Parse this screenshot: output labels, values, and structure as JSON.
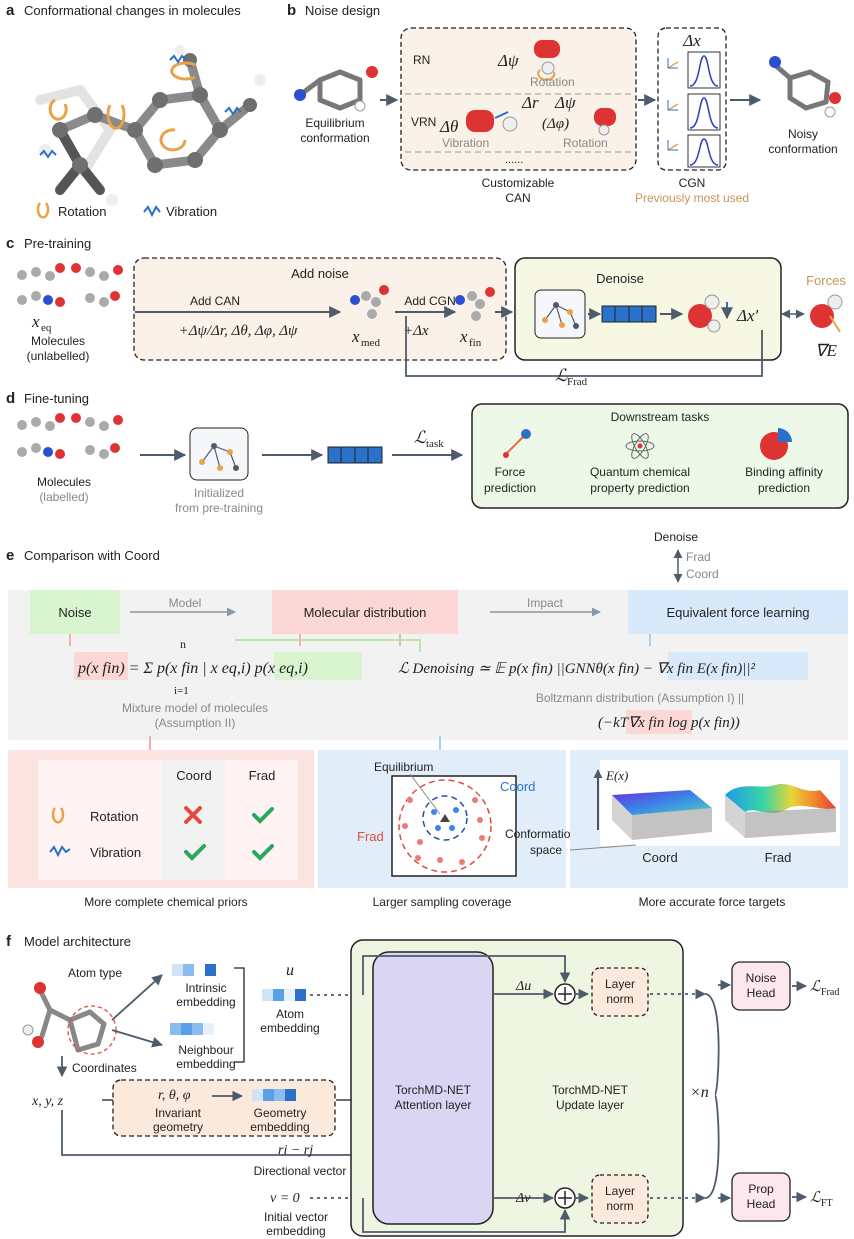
{
  "panels": {
    "a": {
      "letter": "a",
      "title": "Conformational changes in molecules",
      "legend_rotation": "Rotation",
      "legend_vibration": "Vibration"
    },
    "b": {
      "letter": "b",
      "title": "Noise design",
      "equilibrium": "Equilibrium",
      "conformation": "conformation",
      "rn": "RN",
      "vrn": "VRN",
      "d_psi": "Δψ",
      "rotation1": "Rotation",
      "d_r": "Δr",
      "d_psi2": "Δψ",
      "d_theta": "Δθ",
      "d_phi_paren": "(Δφ)",
      "vibration": "Vibration",
      "rotation2": "Rotation",
      "dots": "......",
      "customizable": "Customizable",
      "can": "CAN",
      "d_x": "Δx",
      "cgn": "CGN",
      "prev_used": "Previously most used",
      "noisy": "Noisy",
      "noisy_conf": "conformation"
    },
    "c": {
      "letter": "c",
      "title": "Pre-training",
      "add_noise": "Add noise",
      "add_can": "Add CAN",
      "can_formula": "+Δψ/Δr, Δθ, Δφ, Δψ",
      "add_cgn": "Add CGN",
      "cgn_formula": "+Δx",
      "x_eq": "x",
      "x_eq_sub": "eq",
      "x_med": "x",
      "x_med_sub": "med",
      "x_fin": "x",
      "x_fin_sub": "fin",
      "molecules": "Molecules",
      "unlabelled": "(unlabelled)",
      "denoise": "Denoise",
      "dx_prime": "Δx′",
      "forces": "Forces",
      "grad_e": "∇E",
      "loss": "ℒ",
      "loss_sub": "Frad"
    },
    "d": {
      "letter": "d",
      "title": "Fine-tuning",
      "molecules": "Molecules",
      "labelled": "(labelled)",
      "initialized": "Initialized",
      "from_pretraining": "from pre-training",
      "loss": "ℒ",
      "loss_sub": "task",
      "downstream": "Downstream tasks",
      "task1a": "Force",
      "task1b": "prediction",
      "task2a": "Quantum chemical",
      "task2b": "property prediction",
      "task3a": "Binding affinity",
      "task3b": "prediction"
    },
    "e": {
      "letter": "e",
      "title": "Comparison with Coord",
      "denoise": "Denoise",
      "frad": "Frad",
      "coord": "Coord",
      "noise": "Noise",
      "model": "Model",
      "mol_dist": "Molecular distribution",
      "impact": "Impact",
      "eq_force": "Equivalent force learning",
      "mixture_formula": "p(x fin) = Σ p(x fin | x eq,i) p(x eq,i)",
      "sum_top": "n",
      "sum_bottom": "i=1",
      "mixture_label1": "Mixture model of molecules",
      "mixture_label2": "(Assumption II)",
      "loss_formula": "ℒ Denoising ≃ 𝔼 p(x fin) ||GNNθ(x fin) − ∇x fin E(x fin)||²",
      "boltzmann": "Boltzmann distribution (Assumption I) ||",
      "boltzmann_formula": "(−kT∇x fin log p(x fin))",
      "table_coord": "Coord",
      "table_frad": "Frad",
      "row_rotation": "Rotation",
      "row_vibration": "Vibration",
      "equilibrium": "Equilibrium",
      "coord_label": "Coord",
      "frad_label": "Frad",
      "conf_space1": "Conformation",
      "conf_space2": "space",
      "ex": "E(x)",
      "surface_coord": "Coord",
      "surface_frad": "Frad",
      "caption1": "More complete chemical priors",
      "caption2": "Larger sampling coverage",
      "caption3": "More accurate force targets"
    },
    "f": {
      "letter": "f",
      "title": "Model architecture",
      "atom_type": "Atom type",
      "intrinsic1": "Intrinsic",
      "intrinsic2": "embedding",
      "neighbour1": "Neighbour",
      "neighbour2": "embedding",
      "u": "u",
      "atom_emb1": "Atom",
      "atom_emb2": "embedding",
      "coordinates": "Coordinates",
      "xyz": "x, y, z",
      "r_theta_phi": "r, θ, φ",
      "inv1": "Invariant",
      "inv2": "geometry",
      "geo1": "Geometry",
      "geo2": "embedding",
      "ri_rj": "ri − rj",
      "dir_vec": "Directional vector",
      "v0": "v = 0",
      "init1": "Initial vector",
      "init2": "embedding",
      "attn1": "TorchMD-NET",
      "attn2": "Attention layer",
      "upd1": "TorchMD-NET",
      "upd2": "Update layer",
      "du": "Δu",
      "dv": "Δv",
      "ln1": "Layer",
      "ln2": "norm",
      "times_n": "×n",
      "noise_head1": "Noise",
      "noise_head2": "Head",
      "prop_head1": "Prop",
      "prop_head2": "Head",
      "loss_frad": "ℒ",
      "loss_frad_sub": "Frad",
      "loss_ft": "ℒ",
      "loss_ft_sub": "FT"
    }
  },
  "colors": {
    "can_bg": "#faf1e8",
    "cgn_bg": "#ffffff",
    "denoise_bg": "#f7f8e4",
    "downstream_bg": "#eef8e8",
    "noise_green": "#d9f5cf",
    "mol_red": "#fbd8d6",
    "force_blue": "#d8eafa",
    "row_pink": "#fbe3e2",
    "row_blue": "#e1eefa",
    "attn": "#d9d5f3",
    "update_bg": "#eef6e2",
    "geo_bg": "#fbe9dc",
    "head_bg": "#fce6f0",
    "arrow": "#4d5b6b",
    "accent_orange": "#e9a24a",
    "accent_blue": "#2a72c9",
    "check_green": "#2aa85a",
    "cross_red": "#e34b3f"
  }
}
